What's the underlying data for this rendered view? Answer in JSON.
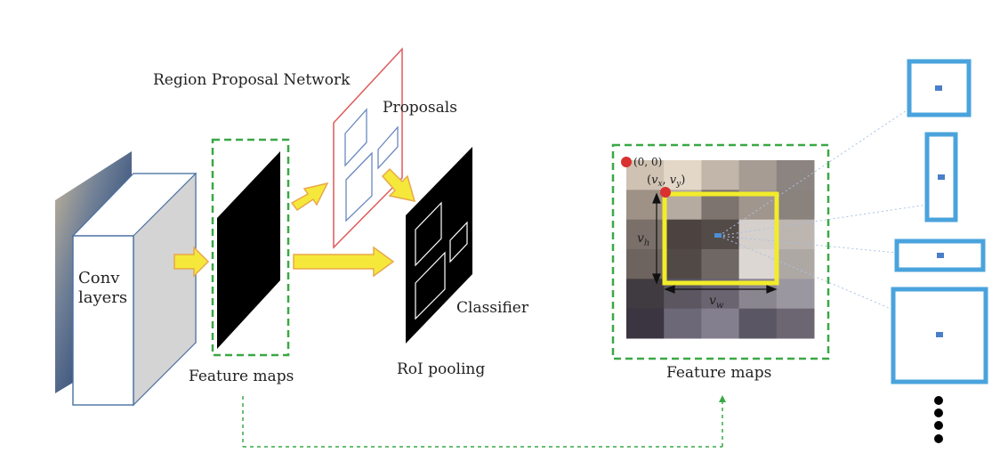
{
  "labels": {
    "conv_line1": "Conv",
    "conv_line2": "layers",
    "rpn": "Region Proposal Network",
    "proposals": "Proposals",
    "feature_maps_left": "Feature maps",
    "roi_pooling": "RoI pooling",
    "classifier": "Classifier",
    "feature_maps_right": "Feature maps",
    "origin": "(0, 0)",
    "corner_v": "v",
    "corner_x": "x",
    "corner_y": "y",
    "vh_base": "v",
    "vh_sub": "h",
    "vw_base": "v",
    "vw_sub": "w"
  },
  "colors": {
    "arrow_fill": "#f5e83a",
    "arrow_stroke": "#e8a84a",
    "dashed_green": "#3aa845",
    "rpn_plane": "#e05a5a",
    "proposal_box": "#6a88c0",
    "roi_box": "#ffffff",
    "yellow_roi": "#f2ec2a",
    "red_dot": "#d93030",
    "blue_box": "#4aa3dc",
    "blue_dot": "#4a7fc8",
    "feature_grid": [
      [
        "#cfc2b2",
        "#e3d8c8",
        "#c2b6aa",
        "#a79c94",
        "#8b8480"
      ],
      [
        "#9e9287",
        "#b6aba0",
        "#7d746f",
        "#a1968d",
        "#8a827c"
      ],
      [
        "#7a6f69",
        "#4c4340",
        "#534b48",
        "#d6d0cc",
        "#bcb5b0"
      ],
      [
        "#6d635f",
        "#514946",
        "#6e6763",
        "#dcd7d2",
        "#aea8a4"
      ],
      [
        "#403b40",
        "#5b5660",
        "#6a6470",
        "#8a8690",
        "#9b97a0"
      ],
      [
        "#3a3540",
        "#6c6878",
        "#847f8e",
        "#5a5663",
        "#6b6672"
      ]
    ]
  }
}
